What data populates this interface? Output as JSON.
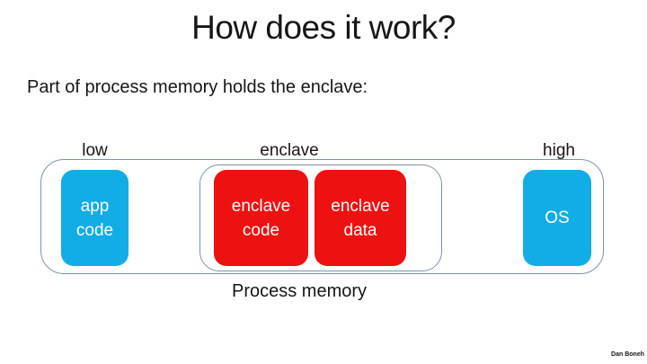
{
  "slide": {
    "title": "How does it work?",
    "subtitle": "Part of process memory holds the enclave:",
    "credit": "Dan Boneh"
  },
  "diagram": {
    "region_labels": {
      "low": "low",
      "enclave": "enclave",
      "high": "high"
    },
    "caption": "Process memory",
    "boxes": {
      "app_code": {
        "lines": [
          "app",
          "code"
        ]
      },
      "enclave_code": {
        "lines": [
          "enclave",
          "code"
        ]
      },
      "enclave_data": {
        "lines": [
          "enclave",
          "data"
        ]
      },
      "os": {
        "lines": [
          "OS"
        ]
      }
    },
    "colors": {
      "box_cyan": "#12ACE6",
      "box_red": "#EE1111",
      "outline": "#7D93A8",
      "box_text": "#FFFFFF"
    }
  }
}
